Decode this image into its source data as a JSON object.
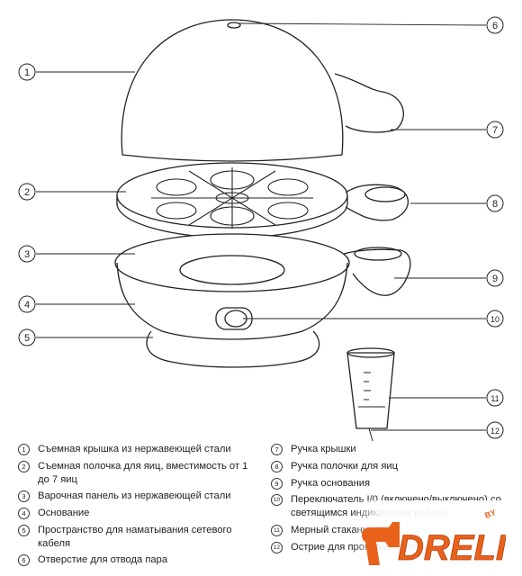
{
  "callouts": [
    "1",
    "2",
    "3",
    "4",
    "5",
    "6",
    "7",
    "8",
    "9",
    "10",
    "11",
    "12"
  ],
  "legend_left": [
    {
      "num": "1",
      "text": "Съемная крышка из нержавеющей стали"
    },
    {
      "num": "2",
      "text": "Съемная полочка для яиц, вместимость от 1 до 7 яиц"
    },
    {
      "num": "3",
      "text": "Варочная панель из нержавеющей стали"
    },
    {
      "num": "4",
      "text": "Основание"
    },
    {
      "num": "5",
      "text": "Пространство для наматывания сетевого кабеля"
    },
    {
      "num": "6",
      "text": "Отверстие для отвода пара"
    }
  ],
  "legend_right": [
    {
      "num": "7",
      "text": "Ручка крышки"
    },
    {
      "num": "8",
      "text": "Ручка полочки для яиц"
    },
    {
      "num": "9",
      "text": "Ручка основания"
    },
    {
      "num": "10",
      "text": "Переключатель I/0 (включено/выключено) со светящимся индикатором работы"
    },
    {
      "num": "11",
      "text": "Мерный стаканчик"
    },
    {
      "num": "12",
      "text": "Острие для прокалывания яиц"
    }
  ],
  "logo": {
    "word": "DRELI",
    "by": "BY",
    "color": "#e8621c"
  }
}
